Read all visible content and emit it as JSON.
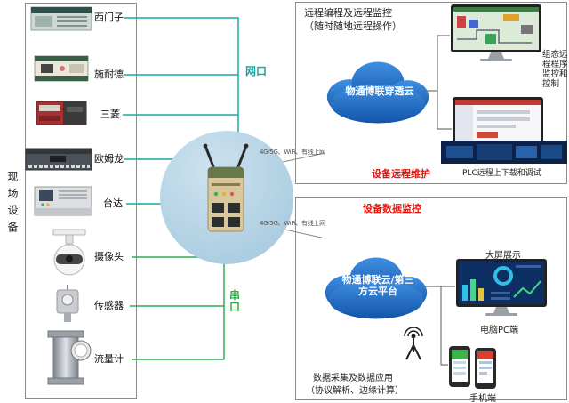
{
  "colors": {
    "line_teal": "#1ba8a0",
    "serial_green": "#2fae4a",
    "highlight_red": "#e8150d",
    "cloud_blue": "#1f6fce",
    "hub_circle_blue": "#aecfe2"
  },
  "left": {
    "label": "现场设备",
    "devices": [
      {
        "name": "西门子"
      },
      {
        "name": "施耐德"
      },
      {
        "name": "三菱"
      },
      {
        "name": "欧姆龙"
      },
      {
        "name": "台达"
      },
      {
        "name": "摄像头"
      },
      {
        "name": "传感器"
      },
      {
        "name": "流量计"
      }
    ]
  },
  "center": {
    "lan_port_label": "网口",
    "serial_port_label": "串口"
  },
  "top_section": {
    "title_line1": "远程编程及远程监控",
    "title_line2": "（随时随地远程操作）",
    "link_label": "4G/5G、WiFi、有线上网",
    "cloud_label": "物通博联穿透云",
    "monitor1_label": "组态远程程序监控和控制",
    "monitor2_label": "PLC远程上下载和调试",
    "highlight_label": "设备远程维护"
  },
  "bottom_section": {
    "highlight_label": "设备数据监控",
    "link_label": "4G/5G、WiFi、有线上网",
    "cloud_label_line1": "物通博联云/第三",
    "cloud_label_line2": "方云平台",
    "screen_label": "大屏展示",
    "pc_label": "电脑PC端",
    "phone_label": "手机端",
    "footer_line1": "数据采集及数据应用",
    "footer_line2": "（协议解析、边缘计算）"
  }
}
